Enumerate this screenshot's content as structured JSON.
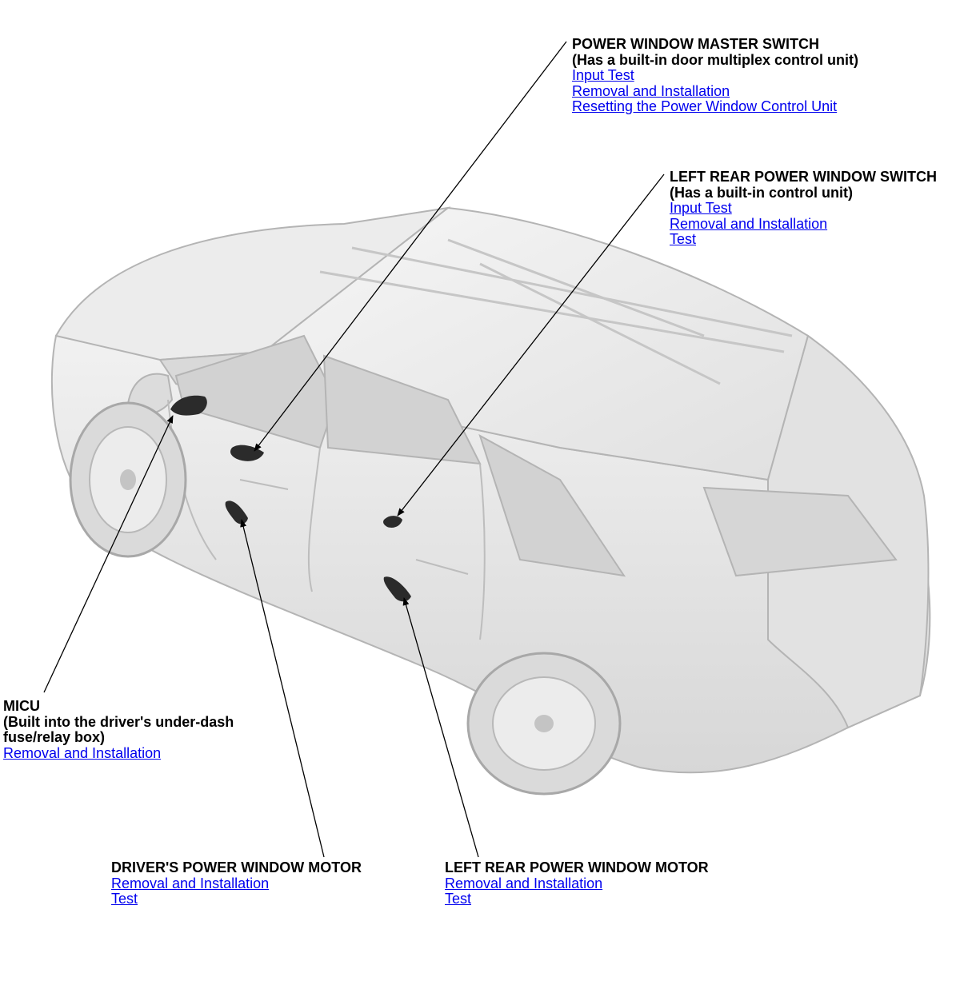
{
  "callouts": {
    "master_switch": {
      "title": "POWER WINDOW MASTER SWITCH",
      "sub": "(Has a built-in door multiplex control unit)",
      "links": [
        "Input Test",
        "Removal and Installation",
        "Resetting the Power Window Control Unit"
      ]
    },
    "left_rear_switch": {
      "title": "LEFT REAR POWER WINDOW SWITCH",
      "sub": "(Has a built-in control unit)",
      "links": [
        "Input Test",
        "Removal and Installation",
        "Test"
      ]
    },
    "micu": {
      "title": "MICU",
      "sub_lines": [
        "(Built into the driver's under-dash",
        "fuse/relay box)"
      ],
      "links": [
        "Removal and Installation"
      ]
    },
    "drivers_motor": {
      "title": "DRIVER'S POWER WINDOW MOTOR",
      "links": [
        "Removal and Installation",
        "Test"
      ]
    },
    "left_rear_motor": {
      "title": "LEFT REAR POWER WINDOW MOTOR",
      "links": [
        "Removal and Installation",
        "Test"
      ]
    }
  },
  "colors": {
    "link": "#0000ee",
    "text": "#000000",
    "car_body": "#e6e6e6",
    "car_outline": "#b4b4b4",
    "component": "#2b2b2b"
  }
}
